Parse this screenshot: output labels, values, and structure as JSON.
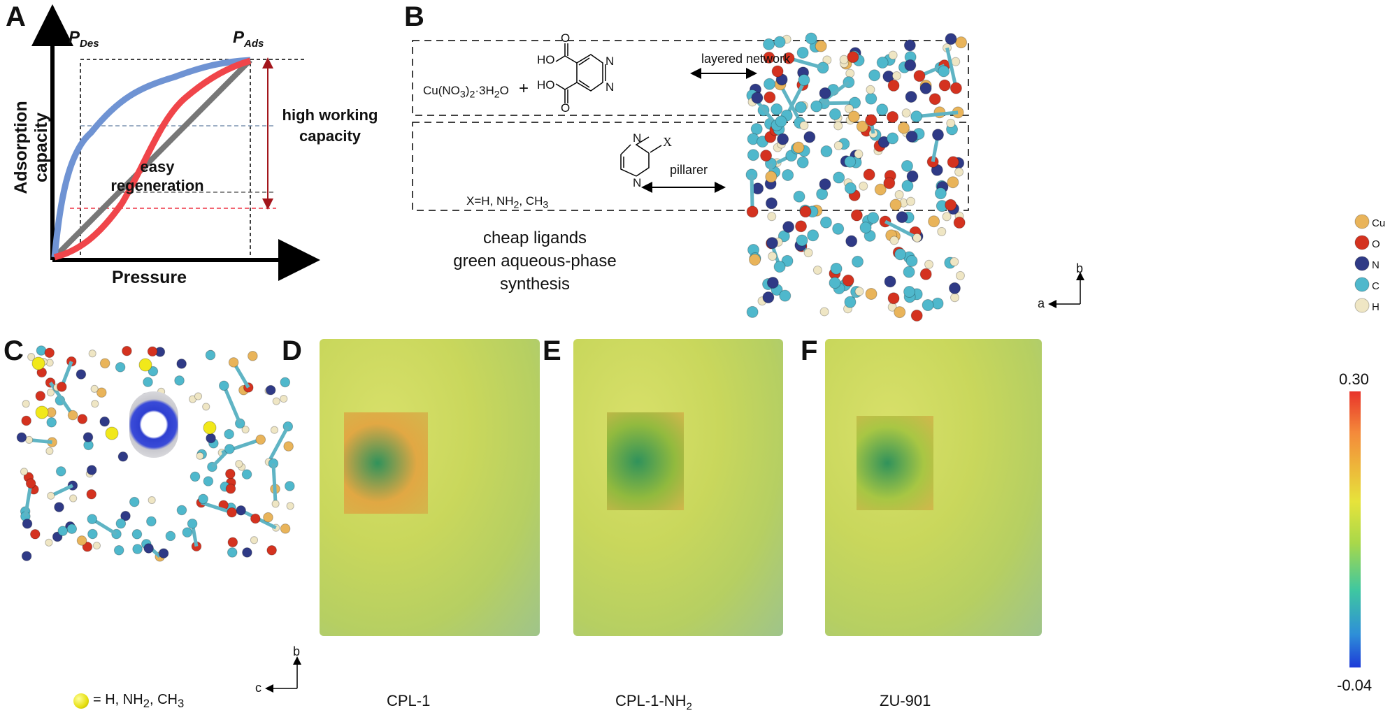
{
  "panels": {
    "A": {
      "label": "A",
      "ylabel": "Adsorption capacity",
      "xlabel": "Pressure",
      "p_des": {
        "main": "P",
        "sub": "Des"
      },
      "p_ads": {
        "main": "P",
        "sub": "Ads"
      },
      "annotation_working": [
        "high working",
        "capacity"
      ],
      "annotation_regen": [
        "easy",
        "regeneration"
      ],
      "colors": {
        "blue": "#6f93d3",
        "red": "#f0454a",
        "gray": "#777777",
        "arrow": "#a3151b"
      }
    },
    "B": {
      "label": "B",
      "reactant": {
        "main": "Cu(NO",
        "s1": "3",
        "m2": ")",
        "s2": "2",
        "m3": "·3H",
        "s3": "2",
        "m4": "O"
      },
      "plus": "+",
      "acid_atoms": {
        "ho": "HO",
        "o": "O",
        "n": "N"
      },
      "pyrazine_atoms": {
        "n": "N",
        "x": "X"
      },
      "layered_label": "layered network",
      "pillarer_label": "pillarer",
      "x_subst": {
        "a": "X=H, NH",
        "s1": "2",
        "b": ", CH",
        "s2": "3"
      },
      "caption": [
        "cheap ligands",
        "green aqueous-phase synthesis"
      ],
      "axes": {
        "vertical": "b",
        "horizontal": "a"
      },
      "legend": [
        {
          "label": "Cu",
          "color": "#e9b45a"
        },
        {
          "label": "O",
          "color": "#d4321f"
        },
        {
          "label": "N",
          "color": "#2f3a86"
        },
        {
          "label": "C",
          "color": "#4fb8cc"
        },
        {
          "label": "H",
          "color": "#efe6c4"
        }
      ]
    },
    "C": {
      "label": "C",
      "legend": {
        "a": "= H, NH",
        "s1": "2",
        "b": ", CH",
        "s2": "3"
      },
      "axes": {
        "vertical": "b",
        "horizontal": "c"
      }
    },
    "D": {
      "label": "D",
      "caption": "CPL-1"
    },
    "E": {
      "label": "E",
      "caption": "CPL-1-NH",
      "caption_sub": "2"
    },
    "F": {
      "label": "F",
      "caption": "ZU-901"
    },
    "colorbar": {
      "max": "0.30",
      "min": "-0.04"
    }
  }
}
